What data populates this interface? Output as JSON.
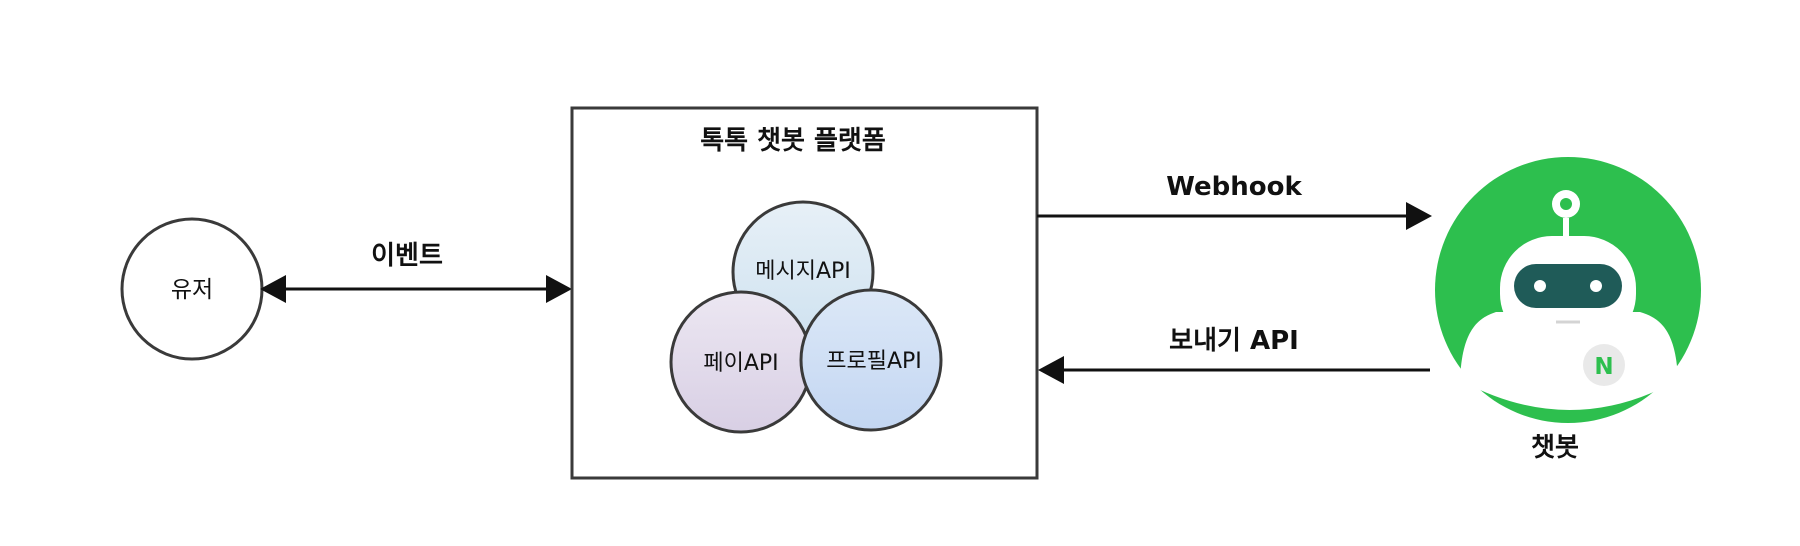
{
  "user_node": {
    "label": "유저"
  },
  "event_edge": {
    "label": "이벤트"
  },
  "platform": {
    "title": "톡톡 챗봇 플랫폼",
    "apis": {
      "message": "메시지API",
      "pay": "페이API",
      "profile": "프로필API"
    }
  },
  "webhook_edge": {
    "label": "Webhook"
  },
  "send_api_edge": {
    "label": "보내기 API"
  },
  "chatbot": {
    "label": "챗봇",
    "badge": "N",
    "icon": "robot-icon"
  },
  "colors": {
    "chatbot_circle": "#2dbf4e",
    "robot_visor": "#1f5b58",
    "api_message": "#dbe9f4",
    "api_pay": "#e4ddec",
    "api_profile": "#cfdff5"
  }
}
